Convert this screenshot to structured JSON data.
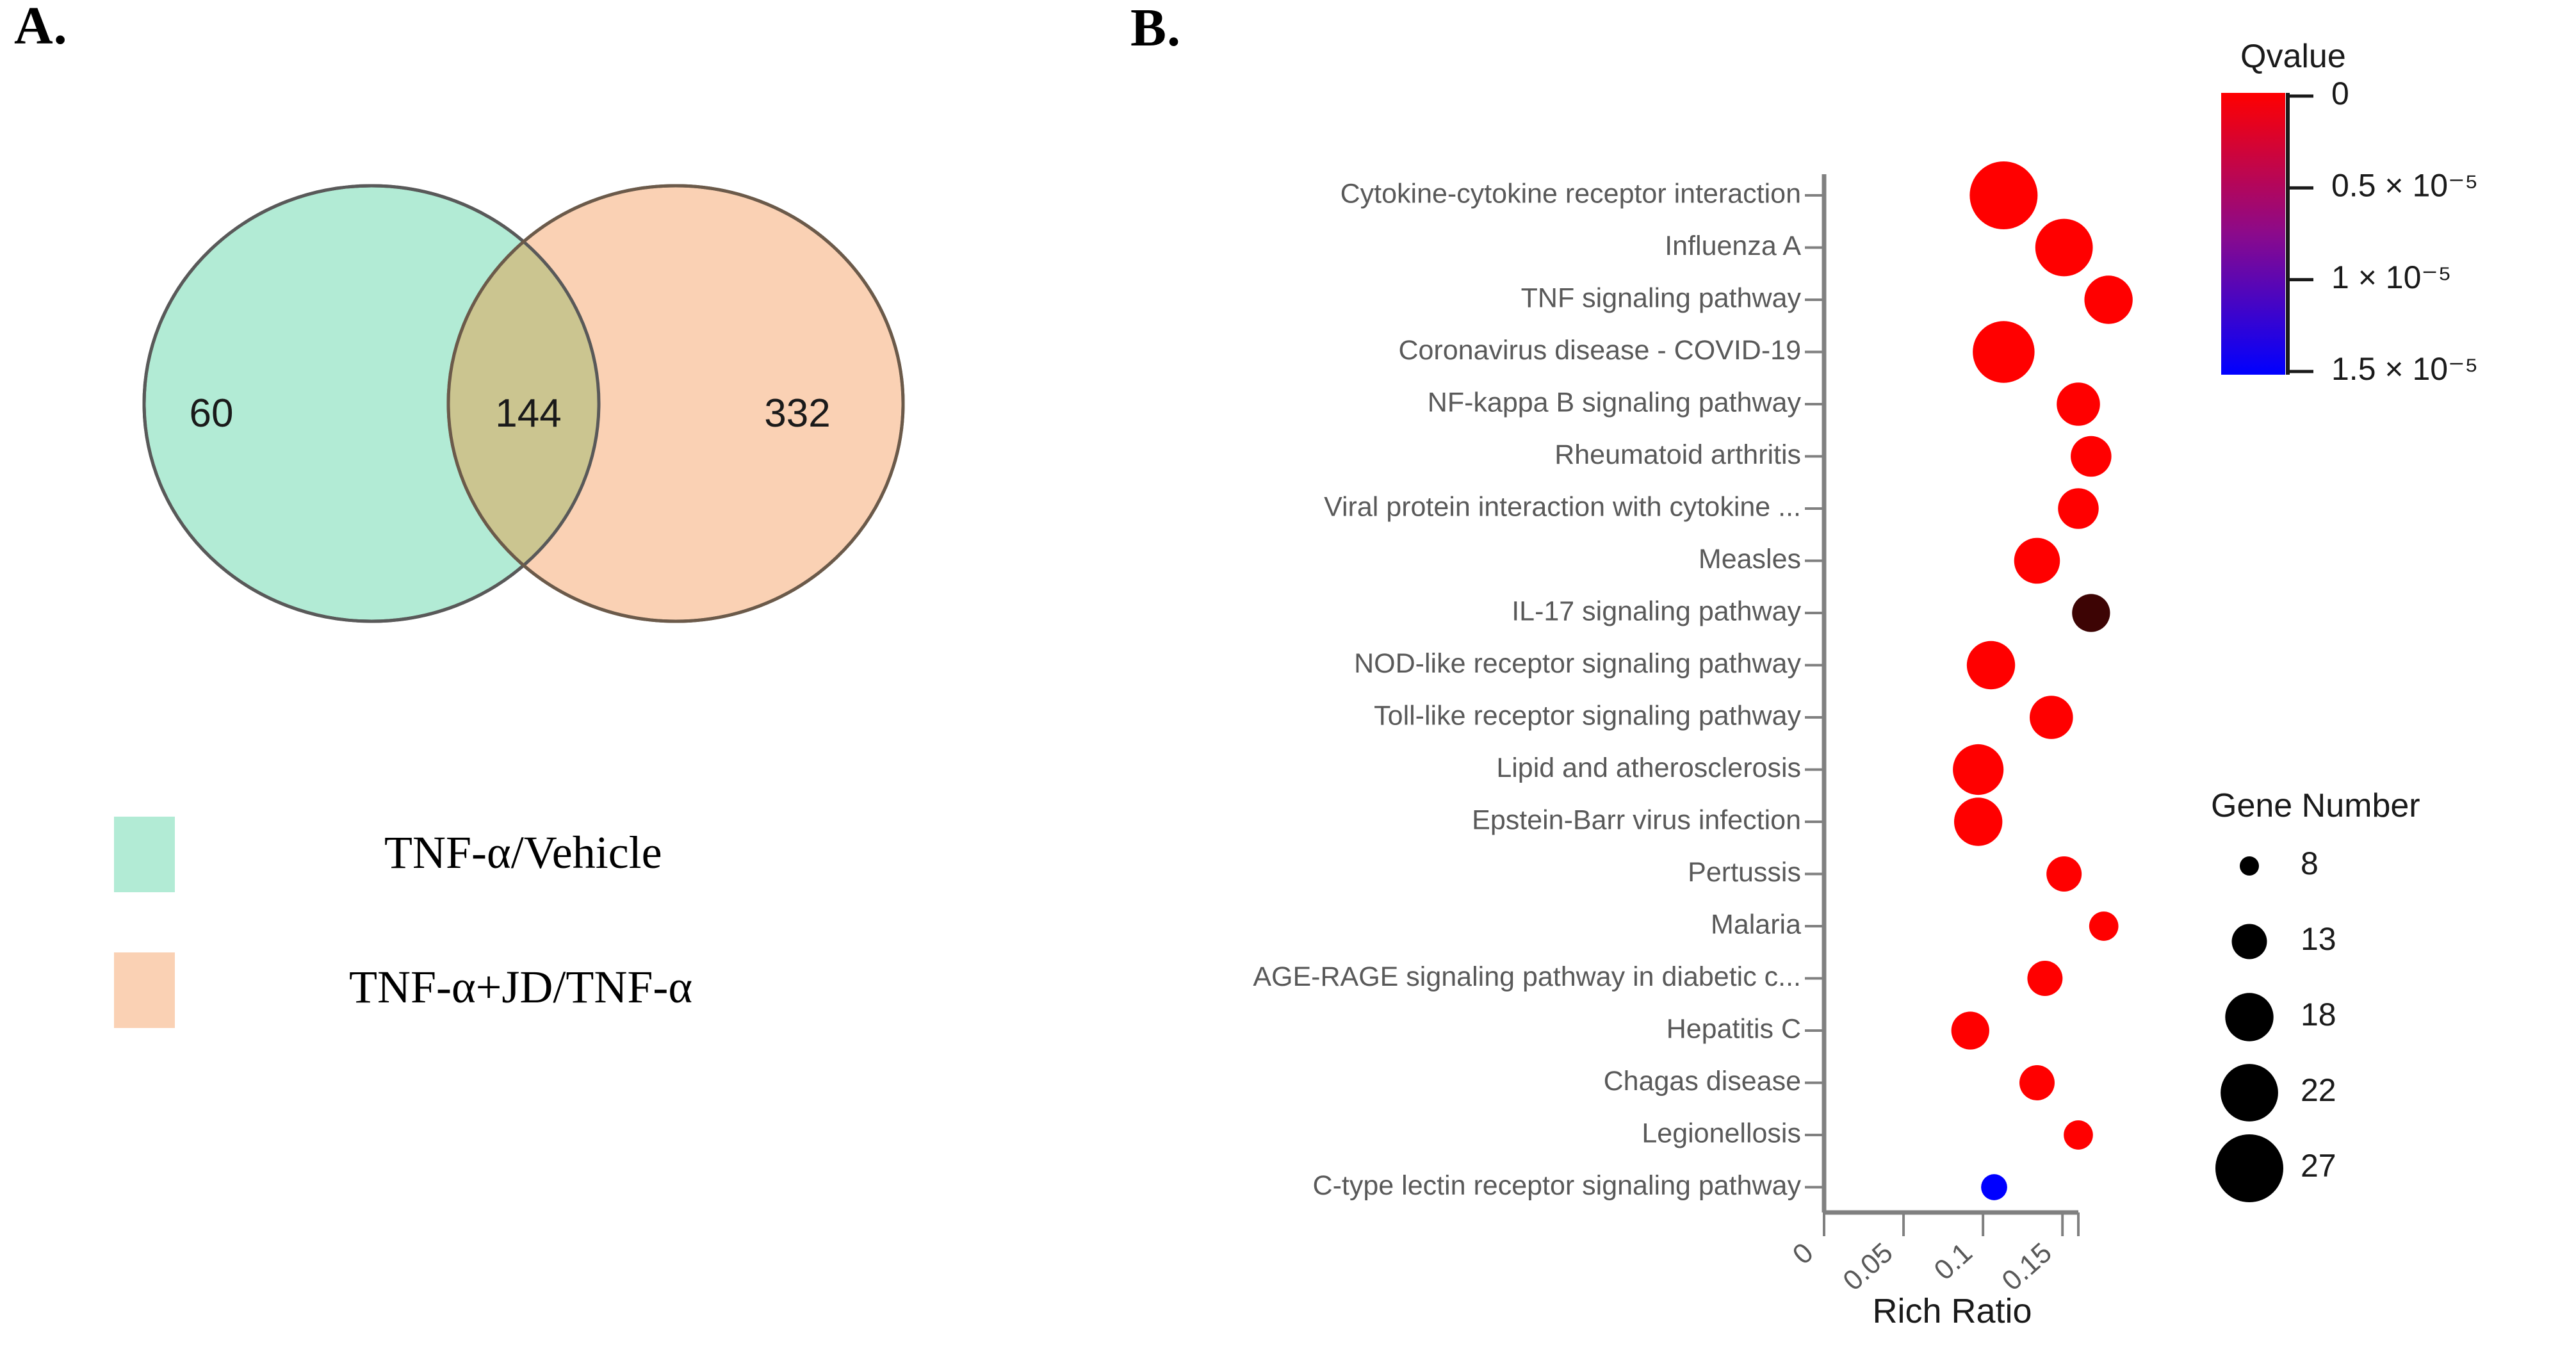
{
  "panels": {
    "a_label": "A.",
    "b_label": "B."
  },
  "venn": {
    "left_only": "60",
    "intersection": "144",
    "right_only": "332",
    "colors": {
      "left_fill": "#b2ebd5",
      "right_fill": "#fad1b4",
      "overlap_fill": "#cbc590",
      "stroke": "#595959"
    },
    "legend": [
      {
        "label": "TNF-α/Vehicle",
        "color": "#b2ebd5"
      },
      {
        "label": "TNF-α+JD/TNF-α",
        "color": "#fad1b4"
      }
    ]
  },
  "chart_data": {
    "type": "scatter",
    "title": "",
    "xlabel": "Rich Ratio",
    "ylabel": "",
    "xlim": [
      0,
      0.16
    ],
    "xticks": [
      0,
      0.05,
      0.1,
      0.15
    ],
    "xtick_labels": [
      "0",
      "0.05",
      "0.1",
      "0.15"
    ],
    "grid": false,
    "categories": [
      "Cytokine-cytokine receptor interaction",
      "Influenza A",
      "TNF signaling pathway",
      "Coronavirus disease - COVID-19",
      "NF-kappa B signaling pathway",
      "Rheumatoid arthritis",
      "Viral protein interaction with cytokine ...",
      "Measles",
      "IL-17 signaling pathway",
      "NOD-like receptor signaling pathway",
      "Toll-like receptor signaling pathway",
      "Lipid and atherosclerosis",
      "Epstein-Barr virus infection",
      "Pertussis",
      "Malaria",
      "AGE-RAGE signaling pathway in diabetic c...",
      "Hepatitis C",
      "Chagas disease",
      "Legionellosis",
      "C-type lectin receptor signaling pathway"
    ],
    "rich_ratio": [
      0.113,
      0.151,
      0.179,
      0.113,
      0.16,
      0.168,
      0.16,
      0.134,
      0.168,
      0.105,
      0.143,
      0.097,
      0.097,
      0.151,
      0.176,
      0.139,
      0.092,
      0.134,
      0.16,
      0.107
    ],
    "gene_number": [
      27,
      22,
      18,
      24,
      16,
      15,
      15,
      17,
      14,
      18,
      16,
      19,
      18,
      13,
      11,
      13,
      14,
      13,
      11,
      10
    ],
    "qvalue_color": [
      "#ff0000",
      "#ff0000",
      "#ff0000",
      "#ff0000",
      "#ff0000",
      "#ff0000",
      "#ff0000",
      "#ff0000",
      "#3d0404",
      "#ff0000",
      "#ff0000",
      "#ff0000",
      "#ff0000",
      "#ff0000",
      "#ff0000",
      "#ff0000",
      "#ff0000",
      "#ff0000",
      "#ff0000",
      "#0000ff"
    ],
    "colorbar": {
      "title": "Qvalue",
      "ticks": [
        "0",
        "0.5 × 10⁻⁵",
        "1 × 10⁻⁵",
        "1.5 × 10⁻⁵"
      ],
      "tick_values": [
        0,
        5e-06,
        1e-05,
        1.5e-05
      ],
      "top_color": "#ff0000",
      "bottom_color": "#0000ff",
      "position": "right-top"
    },
    "size_legend": {
      "title": "Gene Number",
      "values": [
        "8",
        "13",
        "18",
        "22",
        "27"
      ],
      "marker_color": "#000000",
      "position": "right-bottom"
    }
  }
}
